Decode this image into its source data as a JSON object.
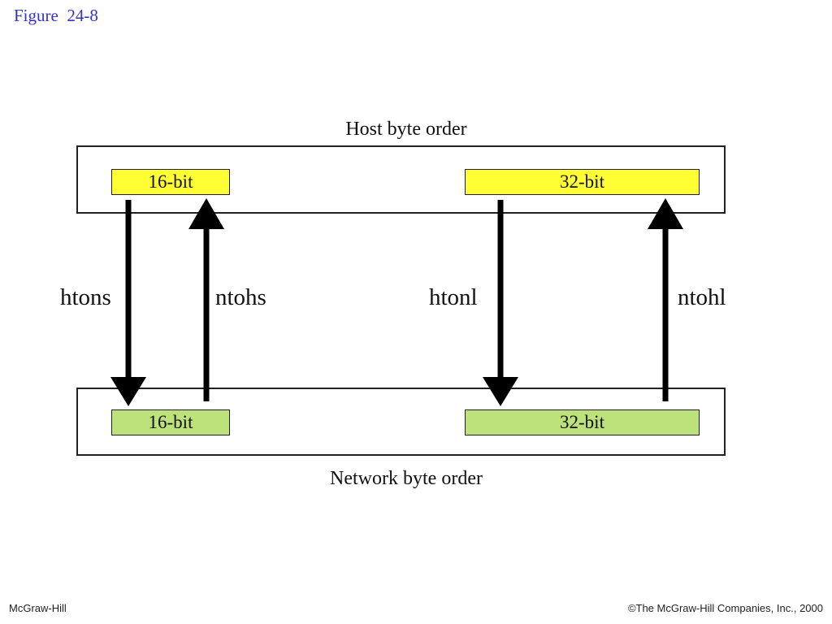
{
  "figure_title": "Figure  24-8",
  "diagram": {
    "host_label": "Host byte order",
    "network_label": "Network byte order",
    "host_boxes": {
      "short": "16-bit",
      "long": "32-bit"
    },
    "network_boxes": {
      "short": "16-bit",
      "long": "32-bit"
    },
    "functions": {
      "htons": "htons",
      "ntohs": "ntohs",
      "htonl": "htonl",
      "ntohl": "ntohl"
    }
  },
  "colors": {
    "host_fill": "#ffff33",
    "network_fill": "#bde27c",
    "title": "#3333cc"
  },
  "footer": {
    "left": "McGraw-Hill",
    "right": "©The McGraw-Hill Companies, Inc., 2000"
  }
}
